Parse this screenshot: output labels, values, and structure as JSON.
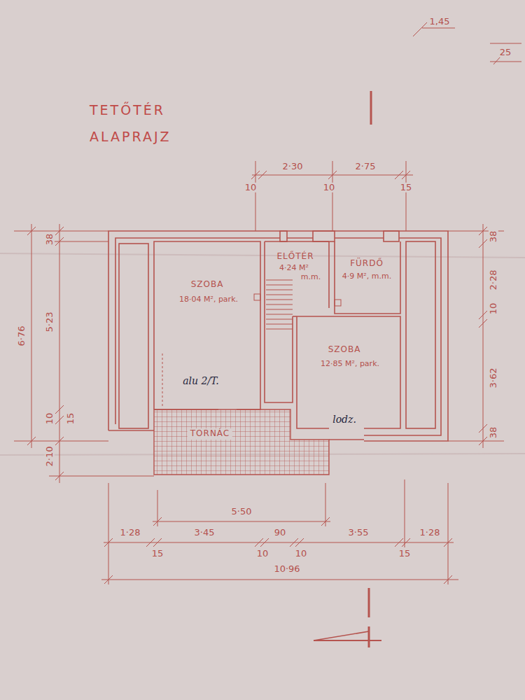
{
  "diagram": {
    "title": "TETŐTÉR ALAPRAJZ",
    "nodes": [
      {
        "text": [
          "SZOBA",
          "18·04 M², park."
        ]
      },
      {
        "text": [
          "ELŐTÉR",
          "4·24 M²",
          "m.m."
        ]
      },
      {
        "text": [
          "FÜRDŐ",
          "4·9 M², m.m."
        ]
      },
      {
        "text": [
          "SZOBA",
          "12·85 M², park."
        ]
      },
      {
        "text": [
          "TORNÁC"
        ]
      }
    ],
    "labels": [
      "1,45",
      "25",
      "10",
      "2·30",
      "10",
      "2·75",
      "15",
      "38",
      "5·23",
      "6·76",
      "10",
      "15",
      "2·10",
      "38",
      "2·28",
      "10",
      "3·62",
      "38",
      "5·50",
      "1·28",
      "15",
      "3·45",
      "10",
      "90",
      "10",
      "3·55",
      "15",
      "1·28",
      "10·96",
      "alu 2/T.",
      "lodz."
    ]
  }
}
